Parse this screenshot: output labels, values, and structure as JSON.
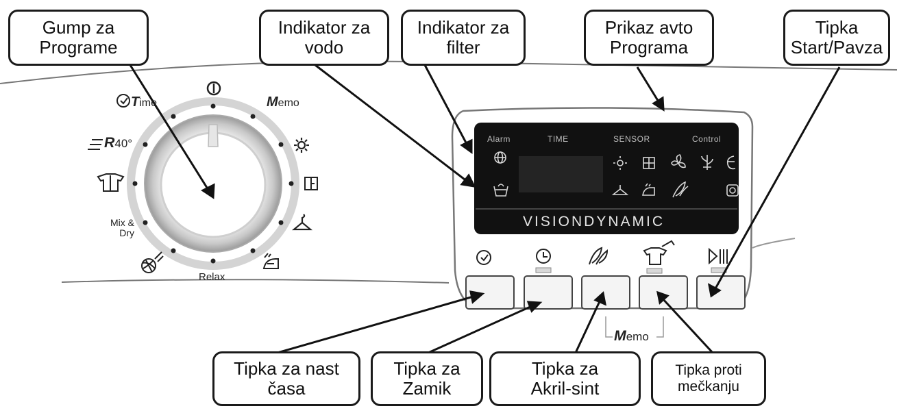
{
  "callouts": {
    "dial": "Gump za\nPrograme",
    "water": "Indikator za\nvodo",
    "filter": "Indikator za\nfilter",
    "auto": "Prikaz avto\nPrograma",
    "start": "Tipka\nStart/Pavza",
    "time_set": "Tipka za nast\nčasa",
    "delay": "Tipka za\nZamik",
    "acryl": "Tipka za\nAkril-sint",
    "crease": "Tipka proti\nmečkanju"
  },
  "dial_labels": {
    "memo_m": "M",
    "memo_rest": "emo",
    "time_t": "T",
    "time_rest": "ime",
    "r40_r": "R",
    "r40_rest": "40°",
    "mix_dry": "Mix &\nDry",
    "relax": "Relax"
  },
  "display": {
    "alarm": "Alarm",
    "time": "TIME",
    "sensor": "SENSOR",
    "control": "Control",
    "brand": "VISIONDYNAMIC"
  },
  "memo_bracket": {
    "m": "M",
    "rest": "emo"
  },
  "icons": [
    "power-icon",
    "sun-icon",
    "window-icon",
    "hanger-icon",
    "iron-icon",
    "yarn-icon",
    "shirt-icon",
    "clock-icon",
    "globe-icon",
    "water-container-icon",
    "filter-icon",
    "fan-icon",
    "plant-icon",
    "feather-icon",
    "delay-clock-icon",
    "anti-crease-icon",
    "play-pause-icon"
  ]
}
